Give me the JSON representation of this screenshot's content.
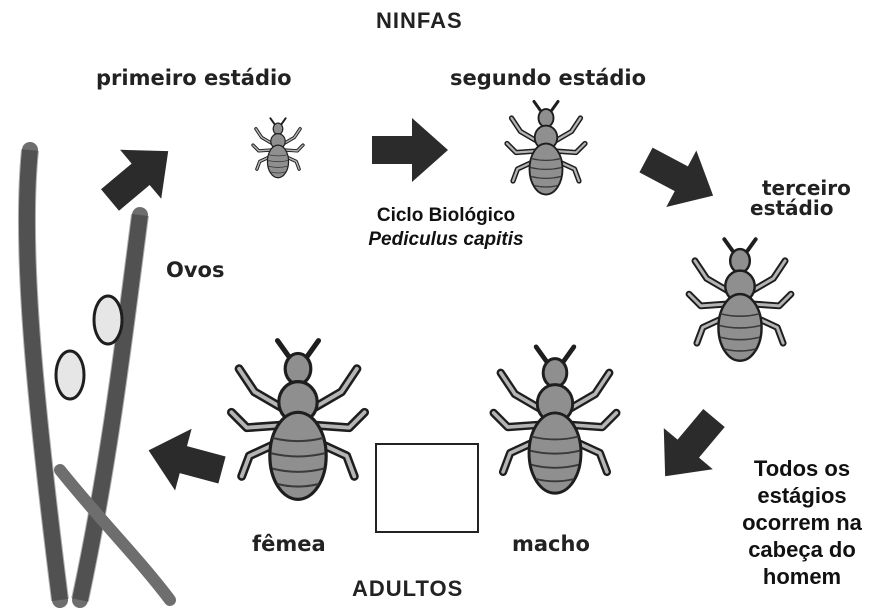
{
  "diagram": {
    "section_top": "NINFAS",
    "section_bottom": "ADULTOS",
    "stage1": "primeiro estádio",
    "stage2": "segundo estádio",
    "stage3_line1": "terceiro",
    "stage3_line2": "estádio",
    "eggs": "Ovos",
    "female": "fêmea",
    "male": "macho",
    "center_title": "Ciclo Biológico",
    "center_species": "Pediculus capitis",
    "note_lines": [
      "Todos os",
      "estágios",
      "ocorrem na",
      "cabeça do",
      "homem"
    ]
  },
  "colors": {
    "arrow": "#2b2b2b",
    "louse_body": "#8f8f8f",
    "louse_outline": "#1e1e1e",
    "hair": "#6e6e6e",
    "egg": "#e6e6e6"
  }
}
